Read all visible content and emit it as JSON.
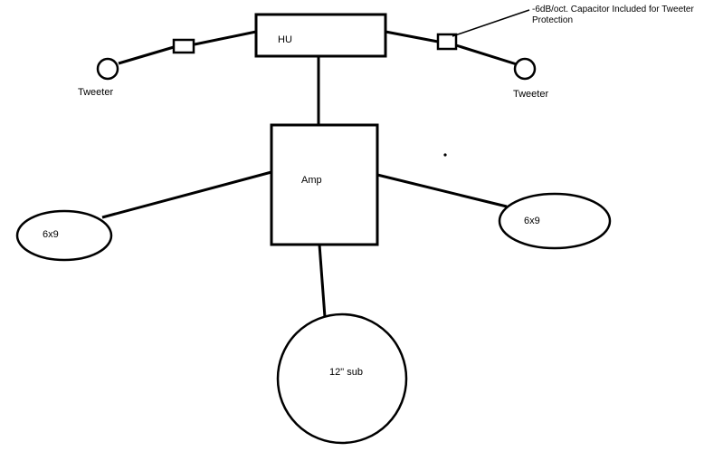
{
  "diagram": {
    "components": {
      "head_unit": "HU",
      "amp": "Amp",
      "tweeter_left": "Tweeter",
      "tweeter_right": "Tweeter",
      "speaker_left": "6x9",
      "speaker_right": "6x9",
      "subwoofer": "12\" sub"
    },
    "annotation": {
      "line1": "-6dB/oct. Capacitor Included for Tweeter",
      "line2": "Protection"
    },
    "colors": {
      "stroke": "#000000",
      "background": "#ffffff"
    }
  }
}
